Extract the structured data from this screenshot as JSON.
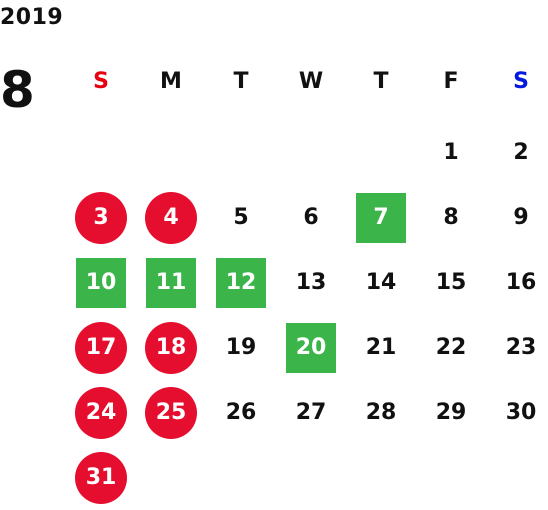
{
  "header": {
    "year": "2019",
    "month": "8"
  },
  "weekdays": [
    "S",
    "M",
    "T",
    "W",
    "T",
    "F",
    "S"
  ],
  "weekday_colors": {
    "sunday": "#e60012",
    "saturday": "#0018e0",
    "default": "#111111"
  },
  "mark_colors": {
    "holiday": "#e60e2e",
    "event": "#3bb54a"
  },
  "first_weekday_index": 5,
  "days": [
    {
      "day": "1",
      "type": "normal"
    },
    {
      "day": "2",
      "type": "normal"
    },
    {
      "day": "3",
      "type": "holiday"
    },
    {
      "day": "4",
      "type": "holiday"
    },
    {
      "day": "5",
      "type": "normal"
    },
    {
      "day": "6",
      "type": "normal"
    },
    {
      "day": "7",
      "type": "event"
    },
    {
      "day": "8",
      "type": "normal"
    },
    {
      "day": "9",
      "type": "normal"
    },
    {
      "day": "10",
      "type": "event"
    },
    {
      "day": "11",
      "type": "event"
    },
    {
      "day": "12",
      "type": "event"
    },
    {
      "day": "13",
      "type": "normal"
    },
    {
      "day": "14",
      "type": "normal"
    },
    {
      "day": "15",
      "type": "normal"
    },
    {
      "day": "16",
      "type": "normal"
    },
    {
      "day": "17",
      "type": "holiday"
    },
    {
      "day": "18",
      "type": "holiday"
    },
    {
      "day": "19",
      "type": "normal"
    },
    {
      "day": "20",
      "type": "event"
    },
    {
      "day": "21",
      "type": "normal"
    },
    {
      "day": "22",
      "type": "normal"
    },
    {
      "day": "23",
      "type": "normal"
    },
    {
      "day": "24",
      "type": "holiday"
    },
    {
      "day": "25",
      "type": "holiday"
    },
    {
      "day": "26",
      "type": "normal"
    },
    {
      "day": "27",
      "type": "normal"
    },
    {
      "day": "28",
      "type": "normal"
    },
    {
      "day": "29",
      "type": "normal"
    },
    {
      "day": "30",
      "type": "normal"
    },
    {
      "day": "31",
      "type": "holiday"
    }
  ]
}
